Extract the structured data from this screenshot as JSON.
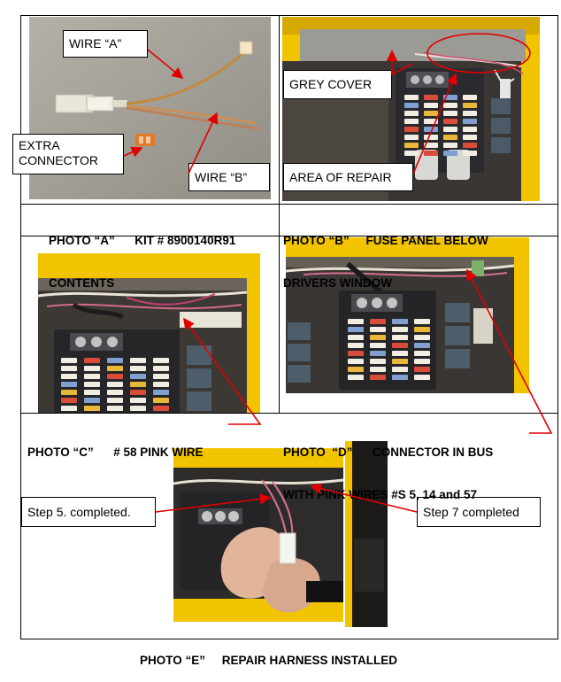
{
  "photo_a": {
    "label_wire_a": "WIRE “A”",
    "label_extra_connector_l1": "EXTRA",
    "label_extra_connector_l2": "CONNECTOR",
    "label_wire_b": "WIRE “B”",
    "caption_l1": "PHOTO “A”      KIT # 8900140R91",
    "caption_l2": "CONTENTS"
  },
  "photo_b": {
    "label_grey_cover": "GREY COVER",
    "label_area_of_repair": "AREA OF REPAIR",
    "caption_l1": "PHOTO “B”     FUSE PANEL BELOW",
    "caption_l2": "DRIVERS WINDOW"
  },
  "photo_c": {
    "caption": "PHOTO “C”      # 58 PINK WIRE"
  },
  "photo_d": {
    "caption_l1": "PHOTO  “D”      CONNECTOR IN BUS",
    "caption_l2": "WITH PINK WIRES #S 5, 14 and 57"
  },
  "photo_e": {
    "label_step5": "Step 5. completed.",
    "label_step7": "Step 7 completed",
    "caption": "PHOTO “E”     REPAIR HARNESS INSTALLED"
  },
  "colors": {
    "arrow": "#e00000",
    "bus_yellow": "#f2c400",
    "fuse_panel": "#2a2a2e"
  }
}
